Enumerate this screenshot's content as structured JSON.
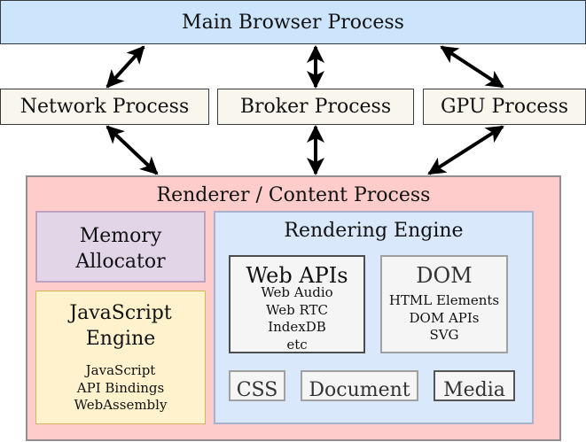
{
  "diagram": {
    "main_process": "Main Browser Process",
    "processes": [
      {
        "id": "network",
        "label": "Network Process"
      },
      {
        "id": "broker",
        "label": "Broker Process"
      },
      {
        "id": "gpu",
        "label": "GPU Process"
      }
    ],
    "renderer": {
      "title": "Renderer / Content Process",
      "memory_allocator": {
        "line1": "Memory",
        "line2": "Allocator"
      },
      "javascript_engine": {
        "line1": "JavaScript",
        "line2": "Engine",
        "items": [
          "JavaScript",
          "API Bindings",
          "WebAssembly"
        ]
      },
      "rendering_engine": {
        "title": "Rendering Engine",
        "web_apis": {
          "title": "Web APIs",
          "items": [
            "Web Audio",
            "Web RTC",
            "IndexDB",
            "etc"
          ]
        },
        "dom": {
          "title": "DOM",
          "items": [
            "HTML Elements",
            "DOM APIs",
            "SVG"
          ]
        },
        "modules": [
          "CSS",
          "Document",
          "Media"
        ]
      }
    },
    "colors": {
      "main": "#cce5fc",
      "process": "#f9f7ed",
      "renderer": "#ffcccc",
      "memory": "#e1d5e7",
      "javascript": "#fff2cc",
      "rendering_engine": "#dae8fc",
      "component": "#f5f5f5"
    }
  }
}
